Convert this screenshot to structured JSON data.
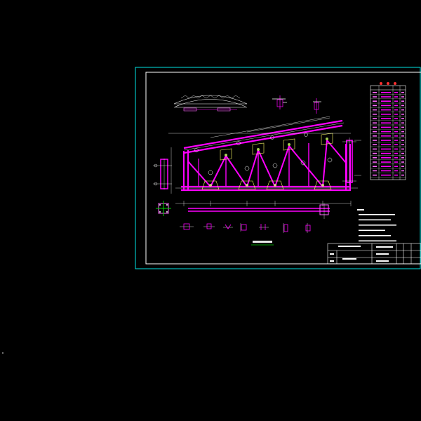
{
  "drawing": {
    "palette": {
      "background": "#000000",
      "sheet_border": "#00e5e5",
      "member": "#ff00ff",
      "member_light": "#ff66ff",
      "gusset": "#ffff66",
      "annotation": "#ffffff",
      "table_header_dot": "#ff3030",
      "green_mark": "#00cc00"
    },
    "title_block": {
      "rows": 3
    },
    "notes": {
      "line_count": 6
    },
    "material_table": {
      "header_marks": 3,
      "row_count": 20
    }
  }
}
